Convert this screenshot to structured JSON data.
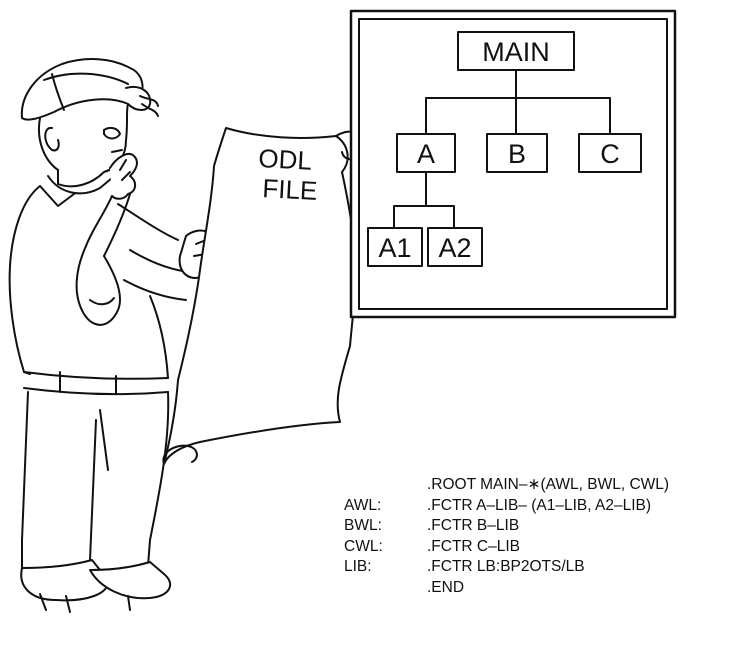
{
  "scroll": {
    "line1": "ODL",
    "line2": "FILE"
  },
  "tree": {
    "root": "MAIN",
    "children": [
      "A",
      "B",
      "C"
    ],
    "grandchildren": [
      "A1",
      "A2"
    ]
  },
  "code_lines": [
    {
      "label": "",
      "statement": ".ROOT MAIN–∗(AWL, BWL, CWL)"
    },
    {
      "label": "AWL:",
      "statement": ".FCTR A–LIB– (A1–LIB, A2–LIB)"
    },
    {
      "label": "BWL:",
      "statement": ".FCTR B–LIB"
    },
    {
      "label": "CWL:",
      "statement": ".FCTR C–LIB"
    },
    {
      "label": "LIB:",
      "statement": ".FCTR LB:BP2OTS/LB"
    },
    {
      "label": "",
      "statement": ".END"
    }
  ]
}
